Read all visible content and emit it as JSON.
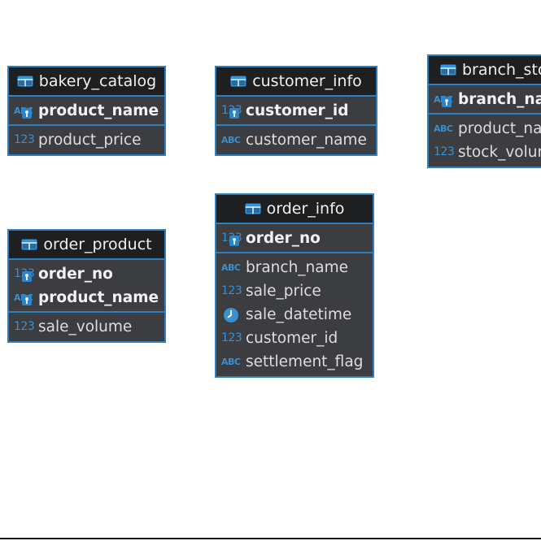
{
  "entities": [
    {
      "id": "bakery_catalog",
      "title": "bakery_catalog",
      "keys": [
        {
          "name": "product_name",
          "type": "text"
        }
      ],
      "columns": [
        {
          "name": "product_price",
          "type": "number"
        }
      ]
    },
    {
      "id": "customer_info",
      "title": "customer_info",
      "keys": [
        {
          "name": "customer_id",
          "type": "number"
        }
      ],
      "columns": [
        {
          "name": "customer_name",
          "type": "text"
        }
      ]
    },
    {
      "id": "branch_stock",
      "title": "branch_stock",
      "keys": [
        {
          "name": "branch_name",
          "type": "text"
        }
      ],
      "columns": [
        {
          "name": "product_name",
          "type": "text"
        },
        {
          "name": "stock_volume",
          "type": "number"
        }
      ]
    },
    {
      "id": "order_product",
      "title": "order_product",
      "keys": [
        {
          "name": "order_no",
          "type": "number"
        },
        {
          "name": "product_name",
          "type": "text"
        }
      ],
      "columns": [
        {
          "name": "sale_volume",
          "type": "number"
        }
      ]
    },
    {
      "id": "order_info",
      "title": "order_info",
      "keys": [
        {
          "name": "order_no",
          "type": "number"
        }
      ],
      "columns": [
        {
          "name": "branch_name",
          "type": "text"
        },
        {
          "name": "sale_price",
          "type": "number"
        },
        {
          "name": "sale_datetime",
          "type": "datetime"
        },
        {
          "name": "customer_id",
          "type": "number"
        },
        {
          "name": "settlement_flag",
          "type": "text"
        }
      ]
    }
  ],
  "type_icon_labels": {
    "text": "ABC",
    "number": "123"
  },
  "colors": {
    "border": "#2c7fc0",
    "header_bg": "#1e1f21",
    "body_bg": "#3b3d40",
    "icon": "#3a8fd0"
  }
}
